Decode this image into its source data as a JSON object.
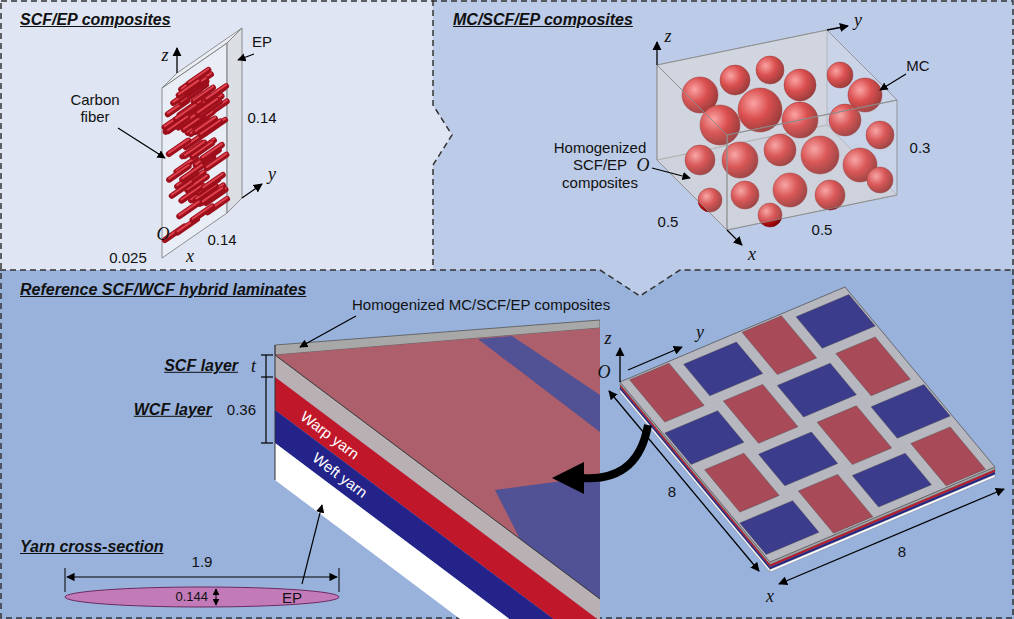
{
  "diagram": {
    "nodes": [
      {
        "text": [
          "SCF/EP composites"
        ]
      },
      {
        "text": [
          "MC/SCF/EP composites"
        ]
      },
      {
        "text": [
          "Reference SCF/WCF hybrid laminates"
        ]
      }
    ],
    "labels": [
      "EP",
      "Carbon fiber",
      "z",
      "y",
      "0.14",
      "O",
      "0.14",
      "0.025",
      "x",
      "Homogenized SCF/EP composites",
      "MC",
      "z",
      "y",
      "0.3",
      "O",
      "0.5",
      "x",
      "0.5",
      "Homogenized MC/SCF/EP composites",
      "SCF layer",
      "t",
      "WCF layer",
      "0.36",
      "Warp yarn",
      "Weft yarn",
      "Yarn cross-section",
      "1.9",
      "0.144",
      "EP",
      "z",
      "y",
      "O",
      "8",
      "8",
      "x"
    ]
  }
}
